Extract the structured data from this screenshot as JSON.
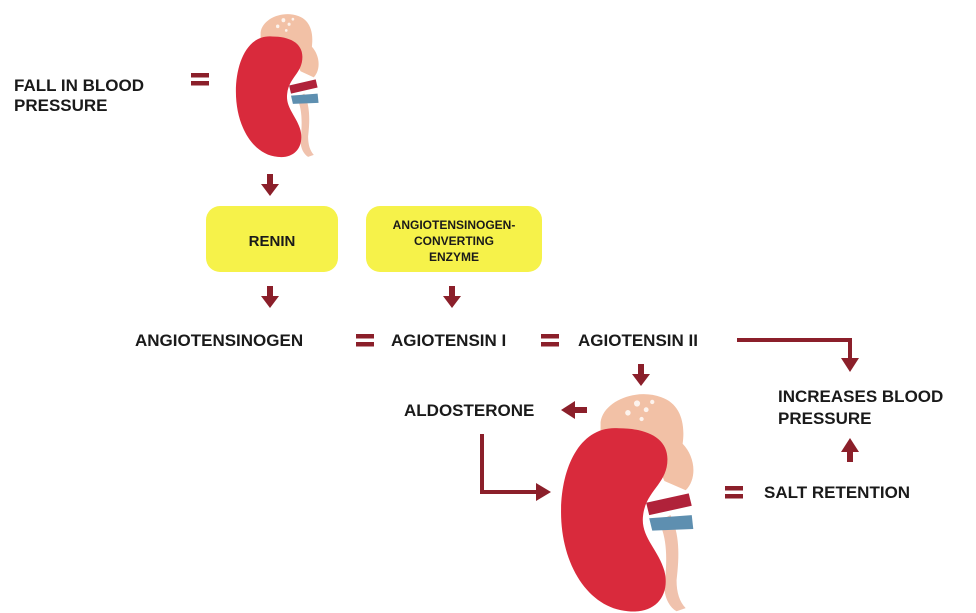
{
  "labels": {
    "fall_line1": "FALL IN BLOOD",
    "fall_line2": "PRESSURE",
    "renin": "RENIN",
    "ace_line1": "ANGIOTENSINOGEN-",
    "ace_line2": "CONVERTING",
    "ace_line3": "ENZYME",
    "angiotensinogen": "ANGIOTENSINOGEN",
    "angiotensin_1": "AGIOTENSIN I",
    "angiotensin_2": "AGIOTENSIN II",
    "aldosterone": "ALDOSTERONE",
    "increases_line1": "INCREASES BLOOD",
    "increases_line2": "PRESSURE",
    "salt_retention": "SALT RETENTION"
  },
  "icons": [
    "kidney-icon",
    "kidney-icon",
    "adrenal-gland-icon",
    "equals-icon",
    "arrow-down-icon",
    "arrow-left-icon",
    "arrow-right-icon",
    "arrow-up-icon"
  ],
  "colors": {
    "arrow": "#8b1f2a",
    "kidney": "#d92a3c",
    "adrenal": "#f2c1a6",
    "box": "#f6f24a",
    "artery": "#b0223a",
    "vein": "#5e8fb0",
    "ureter": "#f0c2ad"
  }
}
